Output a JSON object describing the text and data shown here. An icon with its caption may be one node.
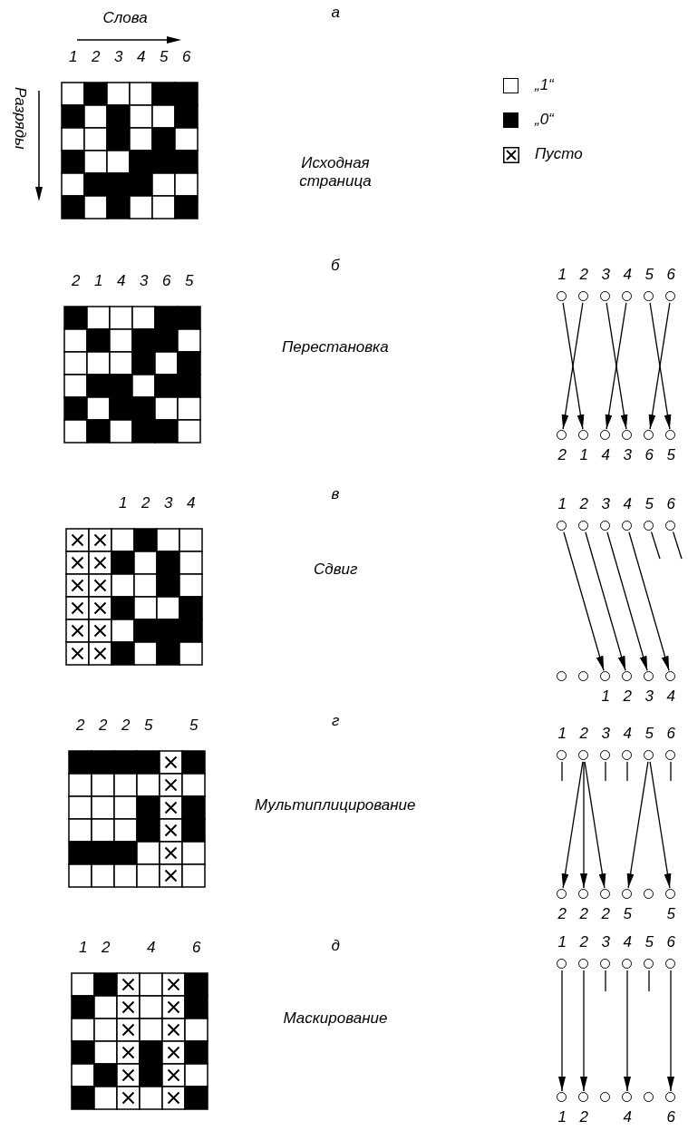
{
  "diagram": {
    "nodes": [
      {
        "text": [],
        "shape": "circle",
        "beside": [
          "1"
        ]
      },
      {
        "text": [],
        "shape": "circle",
        "beside": [
          "2"
        ]
      },
      {
        "text": [],
        "shape": "circle",
        "beside": [
          "3"
        ]
      },
      {
        "text": [],
        "shape": "circle",
        "beside": [
          "4"
        ]
      },
      {
        "text": [],
        "shape": "circle",
        "beside": [
          "5"
        ]
      },
      {
        "text": [],
        "shape": "circle",
        "beside": [
          "6"
        ]
      },
      {
        "text": [],
        "shape": "circle",
        "beside": [
          "2"
        ]
      },
      {
        "text": [],
        "shape": "circle",
        "beside": [
          "1"
        ]
      },
      {
        "text": [],
        "shape": "circle",
        "beside": [
          "4"
        ]
      },
      {
        "text": [],
        "shape": "circle",
        "beside": [
          "3"
        ]
      },
      {
        "text": [],
        "shape": "circle",
        "beside": [
          "6"
        ]
      },
      {
        "text": [],
        "shape": "circle",
        "beside": [
          "5"
        ]
      },
      {
        "text": [],
        "shape": "circle",
        "beside": [
          "1"
        ]
      },
      {
        "text": [],
        "shape": "circle",
        "beside": [
          "2"
        ]
      },
      {
        "text": [],
        "shape": "circle",
        "beside": [
          "3"
        ]
      },
      {
        "text": [],
        "shape": "circle",
        "beside": [
          "4"
        ]
      },
      {
        "text": [],
        "shape": "circle",
        "beside": [
          "5"
        ]
      },
      {
        "text": [],
        "shape": "circle",
        "beside": [
          "6"
        ]
      },
      {
        "text": [],
        "shape": "circle"
      },
      {
        "text": [],
        "shape": "circle"
      },
      {
        "text": [],
        "shape": "circle",
        "beside": [
          "1"
        ]
      },
      {
        "text": [],
        "shape": "circle",
        "beside": [
          "2"
        ]
      },
      {
        "text": [],
        "shape": "circle",
        "beside": [
          "3"
        ]
      },
      {
        "text": [],
        "shape": "circle",
        "beside": [
          "4"
        ]
      },
      {
        "text": [],
        "shape": "circle",
        "beside": [
          "1"
        ]
      },
      {
        "text": [],
        "shape": "circle",
        "beside": [
          "2"
        ]
      },
      {
        "text": [],
        "shape": "circle",
        "beside": [
          "3"
        ]
      },
      {
        "text": [],
        "shape": "circle",
        "beside": [
          "4"
        ]
      },
      {
        "text": [],
        "shape": "circle",
        "beside": [
          "5"
        ]
      },
      {
        "text": [],
        "shape": "circle",
        "beside": [
          "6"
        ]
      },
      {
        "text": [],
        "shape": "circle",
        "beside": [
          "2"
        ]
      },
      {
        "text": [],
        "shape": "circle",
        "beside": [
          "2"
        ]
      },
      {
        "text": [],
        "shape": "circle",
        "beside": [
          "2"
        ]
      },
      {
        "text": [],
        "shape": "circle",
        "beside": [
          "5"
        ]
      },
      {
        "text": [],
        "shape": "circle"
      },
      {
        "text": [],
        "shape": "circle",
        "beside": [
          "5"
        ]
      },
      {
        "text": [],
        "shape": "circle",
        "beside": [
          "1"
        ]
      },
      {
        "text": [],
        "shape": "circle",
        "beside": [
          "2"
        ]
      },
      {
        "text": [],
        "shape": "circle",
        "beside": [
          "3"
        ]
      },
      {
        "text": [],
        "shape": "circle",
        "beside": [
          "4"
        ]
      },
      {
        "text": [],
        "shape": "circle",
        "beside": [
          "5"
        ]
      },
      {
        "text": [],
        "shape": "circle",
        "beside": [
          "6"
        ]
      },
      {
        "text": [],
        "shape": "circle",
        "beside": [
          "1"
        ]
      },
      {
        "text": [],
        "shape": "circle",
        "beside": [
          "2"
        ]
      },
      {
        "text": [],
        "shape": "circle"
      },
      {
        "text": [],
        "shape": "circle",
        "beside": [
          "4"
        ]
      },
      {
        "text": [],
        "shape": "circle"
      },
      {
        "text": [],
        "shape": "circle",
        "beside": [
          "6"
        ]
      }
    ],
    "edges": [
      {
        "from": 0,
        "to": 7,
        "arrow": "to"
      },
      {
        "from": 1,
        "to": 6,
        "arrow": "to"
      },
      {
        "from": 2,
        "to": 9,
        "arrow": "to"
      },
      {
        "from": 3,
        "to": 8,
        "arrow": "to"
      },
      {
        "from": 4,
        "to": 11,
        "arrow": "to"
      },
      {
        "from": 5,
        "to": 10,
        "arrow": "to"
      },
      {
        "from": 12,
        "to": 20,
        "arrow": "to"
      },
      {
        "from": 13,
        "to": 21,
        "arrow": "to"
      },
      {
        "from": 14,
        "to": 22,
        "arrow": "to"
      },
      {
        "from": 15,
        "to": 23,
        "arrow": "to"
      },
      {
        "from": 16,
        "to": null,
        "arrow": "none"
      },
      {
        "from": 17,
        "to": null,
        "arrow": "none"
      },
      {
        "from": 24,
        "to": null,
        "arrow": "none"
      },
      {
        "from": 25,
        "to": 30,
        "arrow": "to"
      },
      {
        "from": 25,
        "to": 31,
        "arrow": "to"
      },
      {
        "from": 25,
        "to": 32,
        "arrow": "to"
      },
      {
        "from": 26,
        "to": null,
        "arrow": "none"
      },
      {
        "from": 27,
        "to": null,
        "arrow": "none"
      },
      {
        "from": 28,
        "to": 33,
        "arrow": "to"
      },
      {
        "from": 28,
        "to": 35,
        "arrow": "to"
      },
      {
        "from": 29,
        "to": null,
        "arrow": "none"
      },
      {
        "from": 36,
        "to": 42,
        "arrow": "to"
      },
      {
        "from": 37,
        "to": 43,
        "arrow": "to"
      },
      {
        "from": 38,
        "to": null,
        "arrow": "none"
      },
      {
        "from": 39,
        "to": 45,
        "arrow": "to"
      },
      {
        "from": 40,
        "to": null,
        "arrow": "none"
      },
      {
        "from": 41,
        "to": 47,
        "arrow": "to"
      }
    ],
    "labels": [
      "Слова",
      "а",
      "1",
      "2",
      "3",
      "4",
      "5",
      "6",
      "Разряды",
      "Исходная страница",
      "2",
      "1",
      "4",
      "3",
      "6",
      "5",
      "б",
      "Перестановка",
      "1",
      "2",
      "3",
      "4",
      "в",
      "Сдвиг",
      "2",
      "2",
      "2",
      "5",
      "5",
      "г",
      "Мультиплицирование",
      "1",
      "2",
      "4",
      "6",
      "д",
      "Маскирование"
    ],
    "legend": [
      {
        "text": "„1“",
        "color": "#ffffff"
      },
      {
        "text": "„0“",
        "color": "#000000"
      },
      {
        "text": "Пусто"
      }
    ]
  }
}
